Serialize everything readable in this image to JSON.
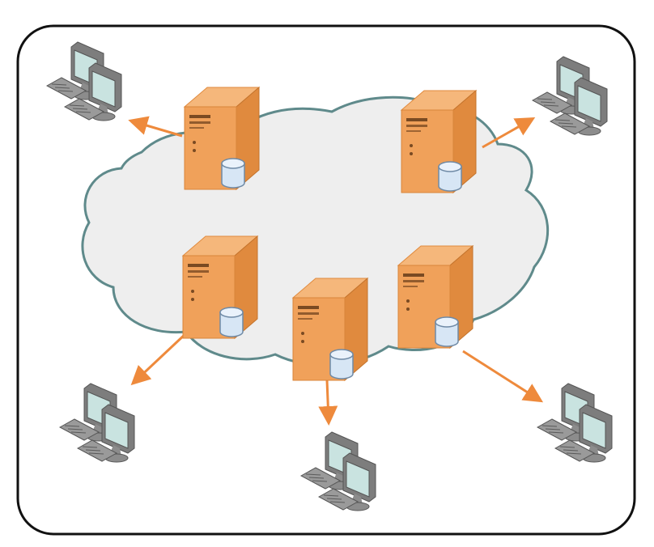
{
  "diagram": {
    "kind": "distributed-network",
    "colors": {
      "background": "#ffffff",
      "frame_stroke": "#111111",
      "cloud_fill": "#eeeeee",
      "cloud_stroke": "#5f8a8b",
      "server_front": "#f0a15a",
      "server_side": "#e08a3e",
      "server_top": "#f5b77b",
      "server_detail": "#7a4a22",
      "db_fill": "#d7e6f5",
      "db_stroke": "#6f8aa6",
      "arrow": "#ee8a3c",
      "monitor_frame": "#7d7d7d",
      "monitor_screen": "#c9e3e0",
      "keyboard": "#9a9a9a"
    },
    "servers": [
      {
        "id": "server-1",
        "icon": "server-database-icon"
      },
      {
        "id": "server-2",
        "icon": "server-database-icon"
      },
      {
        "id": "server-3",
        "icon": "server-database-icon"
      },
      {
        "id": "server-4",
        "icon": "server-database-icon"
      },
      {
        "id": "server-5",
        "icon": "server-database-icon"
      }
    ],
    "workstations": [
      {
        "id": "workstation-1",
        "icon": "workstation-icon"
      },
      {
        "id": "workstation-2",
        "icon": "workstation-icon"
      },
      {
        "id": "workstation-3",
        "icon": "workstation-icon"
      },
      {
        "id": "workstation-4",
        "icon": "workstation-icon"
      },
      {
        "id": "workstation-5",
        "icon": "workstation-icon"
      }
    ],
    "connections": [
      {
        "from": "server-1",
        "to": "workstation-1"
      },
      {
        "from": "server-2",
        "to": "workstation-2"
      },
      {
        "from": "server-3",
        "to": "workstation-3"
      },
      {
        "from": "server-4",
        "to": "workstation-4"
      },
      {
        "from": "server-5",
        "to": "workstation-5"
      }
    ]
  }
}
